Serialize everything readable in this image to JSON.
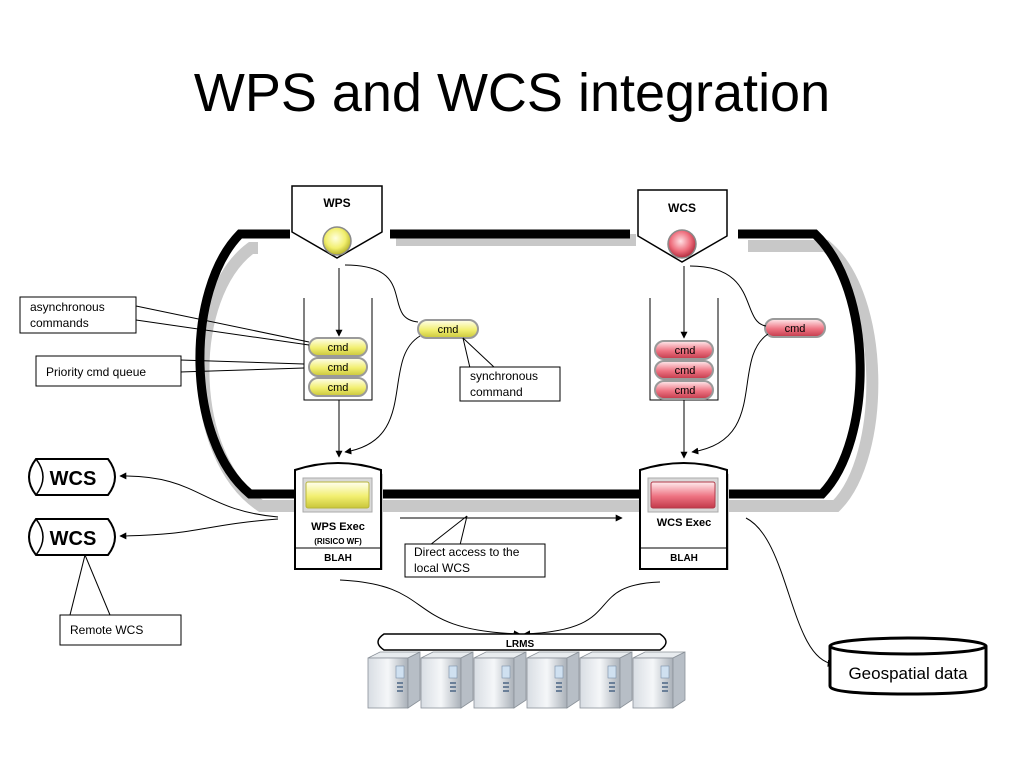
{
  "title": "WPS and WCS integration",
  "colors": {
    "yellow": "#f2f08a",
    "yellow_dark": "#b7b42a",
    "red": "#f0808c",
    "red_dark": "#c0394a",
    "data_blue": "#2f4f8f",
    "cmd_text": "#2b3fa0"
  },
  "wps": {
    "label": "WPS",
    "cmd_async": [
      "cmd",
      "cmd",
      "cmd"
    ],
    "cmd_sync": "cmd",
    "exec_label": "WPS Exec",
    "exec_sub": "(RISICO WF)",
    "blah": "BLAH"
  },
  "wcs": {
    "label": "WCS",
    "cmd_async": [
      "cmd",
      "cmd",
      "cmd"
    ],
    "cmd_sync": "cmd",
    "exec_label": "WCS Exec",
    "blah": "BLAH"
  },
  "remote_wcs": [
    "WCS",
    "WCS"
  ],
  "callouts": {
    "async_line1": "asynchronous",
    "async_line2": "commands",
    "priority": "Priority cmd queue",
    "sync_line1": "synchronous",
    "sync_line2": "command",
    "direct_line1": "Direct access to the",
    "direct_line2": "local WCS",
    "remote": "Remote WCS"
  },
  "lrms": {
    "label": "LRMS",
    "server_count": 6,
    "server_icon": "server-icon"
  },
  "geospatial": "Geospatial data"
}
